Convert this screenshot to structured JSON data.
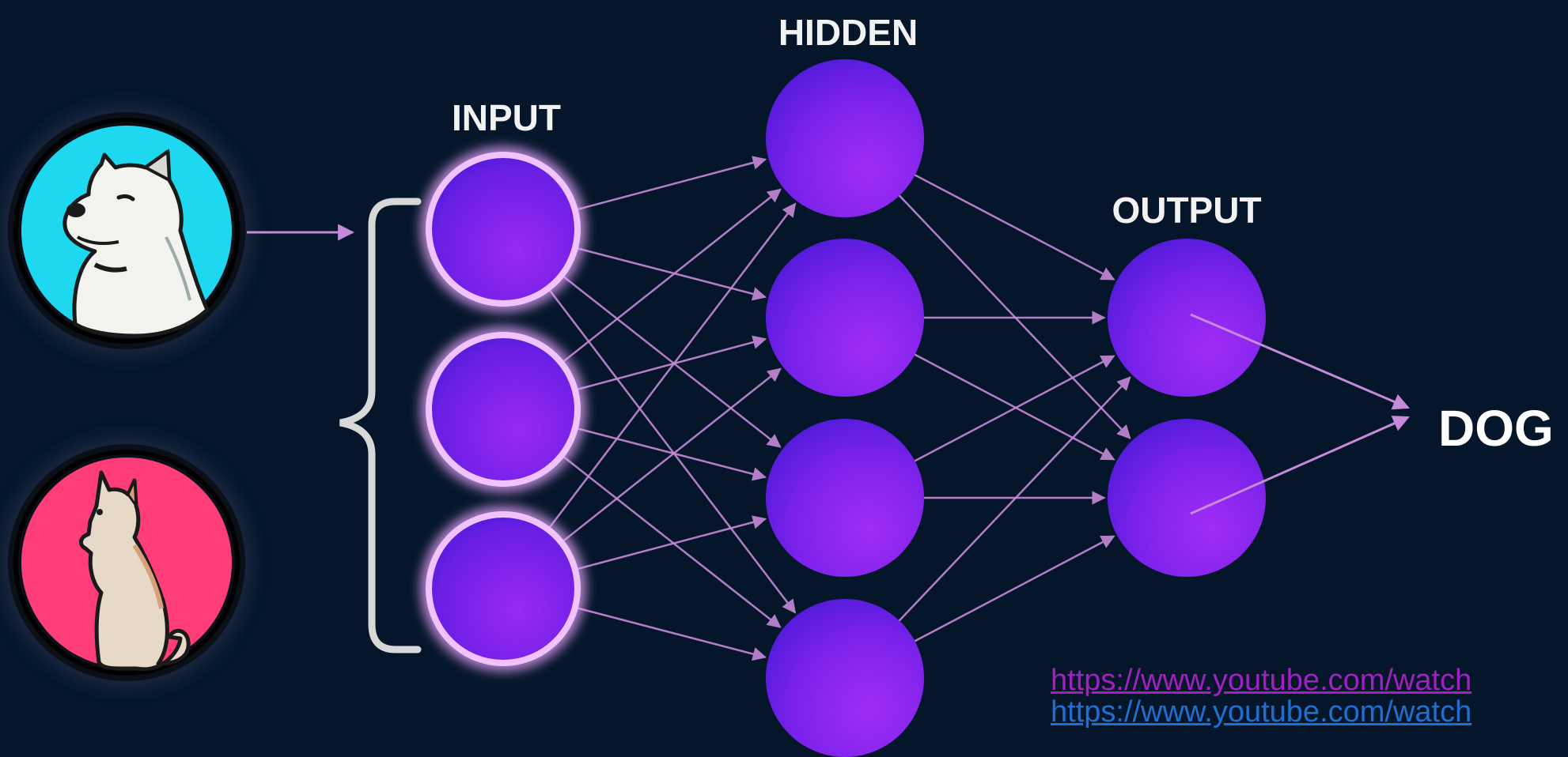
{
  "layers": {
    "input_label": "INPUT",
    "hidden_label": "HIDDEN",
    "output_label": "OUTPUT"
  },
  "result": "DOG",
  "links": [
    {
      "text": "https://www.youtube.com/watch",
      "color": "#a020c0"
    },
    {
      "text": "https://www.youtube.com/watch",
      "color": "#1e6fd0"
    }
  ],
  "images": [
    {
      "name": "dog-icon",
      "bg": "#1ed8f0"
    },
    {
      "name": "cat-icon",
      "bg": "#ff3d78"
    }
  ],
  "colors": {
    "background": "#05162a",
    "node_light": "#9b2cf5",
    "node_dark": "#4d1ad8",
    "connection": "#c78ad8"
  }
}
